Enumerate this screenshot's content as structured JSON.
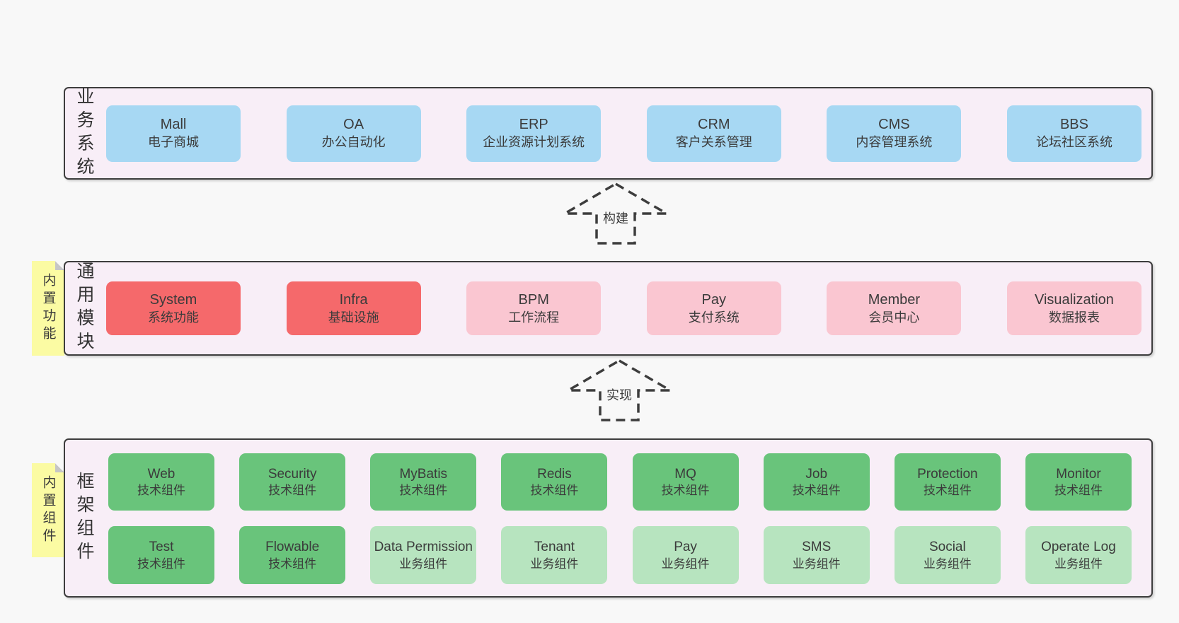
{
  "colors": {
    "page_bg": "#f8f8f8",
    "panel_bg": "#f8eef7",
    "panel_border": "#3d3d3d",
    "business_box": "#a7d8f3",
    "core_module_box": "#f5696b",
    "optional_module_box": "#fac6d1",
    "tech_component_box": "#69c47b",
    "biz_component_box": "#b7e4bf",
    "sticky_tab": "#fbfba3",
    "fold": "#c6c6c6",
    "text": "#3b3b3b"
  },
  "arrows": {
    "build": {
      "label": "构建"
    },
    "implement": {
      "label": "实现"
    }
  },
  "sections": {
    "business": {
      "label": "业务系统",
      "boxes": [
        {
          "title": "Mall",
          "subtitle": "电子商城"
        },
        {
          "title": "OA",
          "subtitle": "办公自动化"
        },
        {
          "title": "ERP",
          "subtitle": "企业资源计划系统"
        },
        {
          "title": "CRM",
          "subtitle": "客户关系管理"
        },
        {
          "title": "CMS",
          "subtitle": "内容管理系统"
        },
        {
          "title": "BBS",
          "subtitle": "论坛社区系统"
        }
      ]
    },
    "modules": {
      "tab": "内置功能",
      "label": "通用模块",
      "boxes": [
        {
          "title": "System",
          "subtitle": "系统功能"
        },
        {
          "title": "Infra",
          "subtitle": "基础设施"
        },
        {
          "title": "BPM",
          "subtitle": "工作流程"
        },
        {
          "title": "Pay",
          "subtitle": "支付系统"
        },
        {
          "title": "Member",
          "subtitle": "会员中心"
        },
        {
          "title": "Visualization",
          "subtitle": "数据报表"
        }
      ]
    },
    "components": {
      "tab": "内置组件",
      "label": "框架组件",
      "rows": [
        [
          {
            "title": "Web",
            "subtitle": "技术组件"
          },
          {
            "title": "Security",
            "subtitle": "技术组件"
          },
          {
            "title": "MyBatis",
            "subtitle": "技术组件"
          },
          {
            "title": "Redis",
            "subtitle": "技术组件"
          },
          {
            "title": "MQ",
            "subtitle": "技术组件"
          },
          {
            "title": "Job",
            "subtitle": "技术组件"
          },
          {
            "title": "Protection",
            "subtitle": "技术组件"
          },
          {
            "title": "Monitor",
            "subtitle": "技术组件"
          }
        ],
        [
          {
            "title": "Test",
            "subtitle": "技术组件"
          },
          {
            "title": "Flowable",
            "subtitle": "技术组件"
          },
          {
            "title": "Data Permission",
            "subtitle": "业务组件"
          },
          {
            "title": "Tenant",
            "subtitle": "业务组件"
          },
          {
            "title": "Pay",
            "subtitle": "业务组件"
          },
          {
            "title": "SMS",
            "subtitle": "业务组件"
          },
          {
            "title": "Social",
            "subtitle": "业务组件"
          },
          {
            "title": "Operate Log",
            "subtitle": "业务组件"
          }
        ]
      ]
    }
  }
}
